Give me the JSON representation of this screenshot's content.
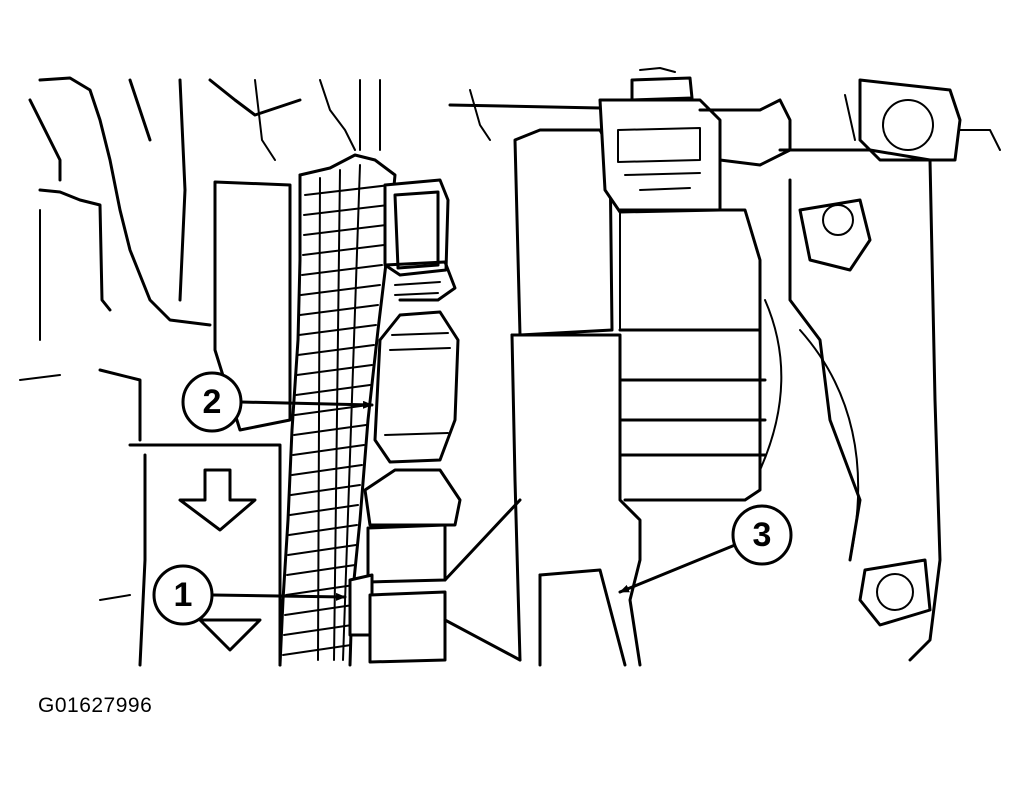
{
  "figure": {
    "id": "G01627996"
  },
  "callouts": [
    {
      "number": "1"
    },
    {
      "number": "2"
    },
    {
      "number": "3"
    }
  ]
}
